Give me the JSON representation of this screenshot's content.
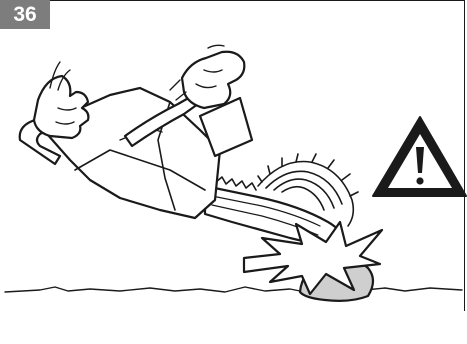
{
  "figure": {
    "number_label": "36",
    "icons": [
      "warning-triangle-icon",
      "chainsaw-illustration",
      "kickback-impact-burst"
    ],
    "colors": {
      "badge_bg": "#7d7d7d",
      "badge_text": "#ffffff",
      "line": "#1a1a1a",
      "log_fill": "#cfcfcf"
    }
  }
}
